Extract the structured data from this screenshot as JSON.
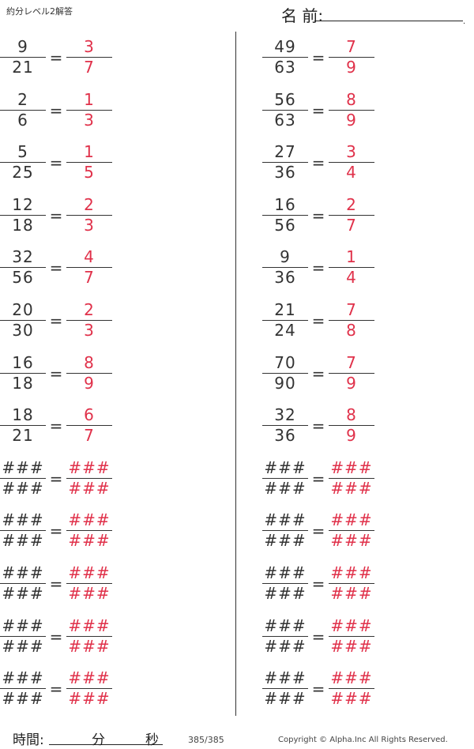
{
  "header": {
    "title": "約分レベル2解答",
    "name_label": "名 前:"
  },
  "left": [
    {
      "q_num": "9",
      "q_den": "21",
      "a_num": "3",
      "a_den": "7"
    },
    {
      "q_num": "2",
      "q_den": "6",
      "a_num": "1",
      "a_den": "3"
    },
    {
      "q_num": "5",
      "q_den": "25",
      "a_num": "1",
      "a_den": "5"
    },
    {
      "q_num": "12",
      "q_den": "18",
      "a_num": "2",
      "a_den": "3"
    },
    {
      "q_num": "32",
      "q_den": "56",
      "a_num": "4",
      "a_den": "7"
    },
    {
      "q_num": "20",
      "q_den": "30",
      "a_num": "2",
      "a_den": "3"
    },
    {
      "q_num": "16",
      "q_den": "18",
      "a_num": "8",
      "a_den": "9"
    },
    {
      "q_num": "18",
      "q_den": "21",
      "a_num": "6",
      "a_den": "7"
    },
    {
      "q_num": "###",
      "q_den": "###",
      "a_num": "###",
      "a_den": "###"
    },
    {
      "q_num": "###",
      "q_den": "###",
      "a_num": "###",
      "a_den": "###"
    },
    {
      "q_num": "###",
      "q_den": "###",
      "a_num": "###",
      "a_den": "###"
    },
    {
      "q_num": "###",
      "q_den": "###",
      "a_num": "###",
      "a_den": "###"
    },
    {
      "q_num": "###",
      "q_den": "###",
      "a_num": "###",
      "a_den": "###"
    }
  ],
  "right": [
    {
      "q_num": "49",
      "q_den": "63",
      "a_num": "7",
      "a_den": "9"
    },
    {
      "q_num": "56",
      "q_den": "63",
      "a_num": "8",
      "a_den": "9"
    },
    {
      "q_num": "27",
      "q_den": "36",
      "a_num": "3",
      "a_den": "4"
    },
    {
      "q_num": "16",
      "q_den": "56",
      "a_num": "2",
      "a_den": "7"
    },
    {
      "q_num": "9",
      "q_den": "36",
      "a_num": "1",
      "a_den": "4"
    },
    {
      "q_num": "21",
      "q_den": "24",
      "a_num": "7",
      "a_den": "8"
    },
    {
      "q_num": "70",
      "q_den": "90",
      "a_num": "7",
      "a_den": "9"
    },
    {
      "q_num": "32",
      "q_den": "36",
      "a_num": "8",
      "a_den": "9"
    },
    {
      "q_num": "###",
      "q_den": "###",
      "a_num": "###",
      "a_den": "###"
    },
    {
      "q_num": "###",
      "q_den": "###",
      "a_num": "###",
      "a_den": "###"
    },
    {
      "q_num": "###",
      "q_den": "###",
      "a_num": "###",
      "a_den": "###"
    },
    {
      "q_num": "###",
      "q_den": "###",
      "a_num": "###",
      "a_den": "###"
    },
    {
      "q_num": "###",
      "q_den": "###",
      "a_num": "###",
      "a_den": "###"
    }
  ],
  "equals_sign": "=",
  "footer": {
    "time_label": "時間:",
    "minutes_label": "分",
    "seconds_label": "秒",
    "page": "385/385",
    "copyright": "Copyright ©  Alpha.Inc All Rights Reserved."
  },
  "colors": {
    "answer": "#e0314a",
    "question": "#333333"
  }
}
